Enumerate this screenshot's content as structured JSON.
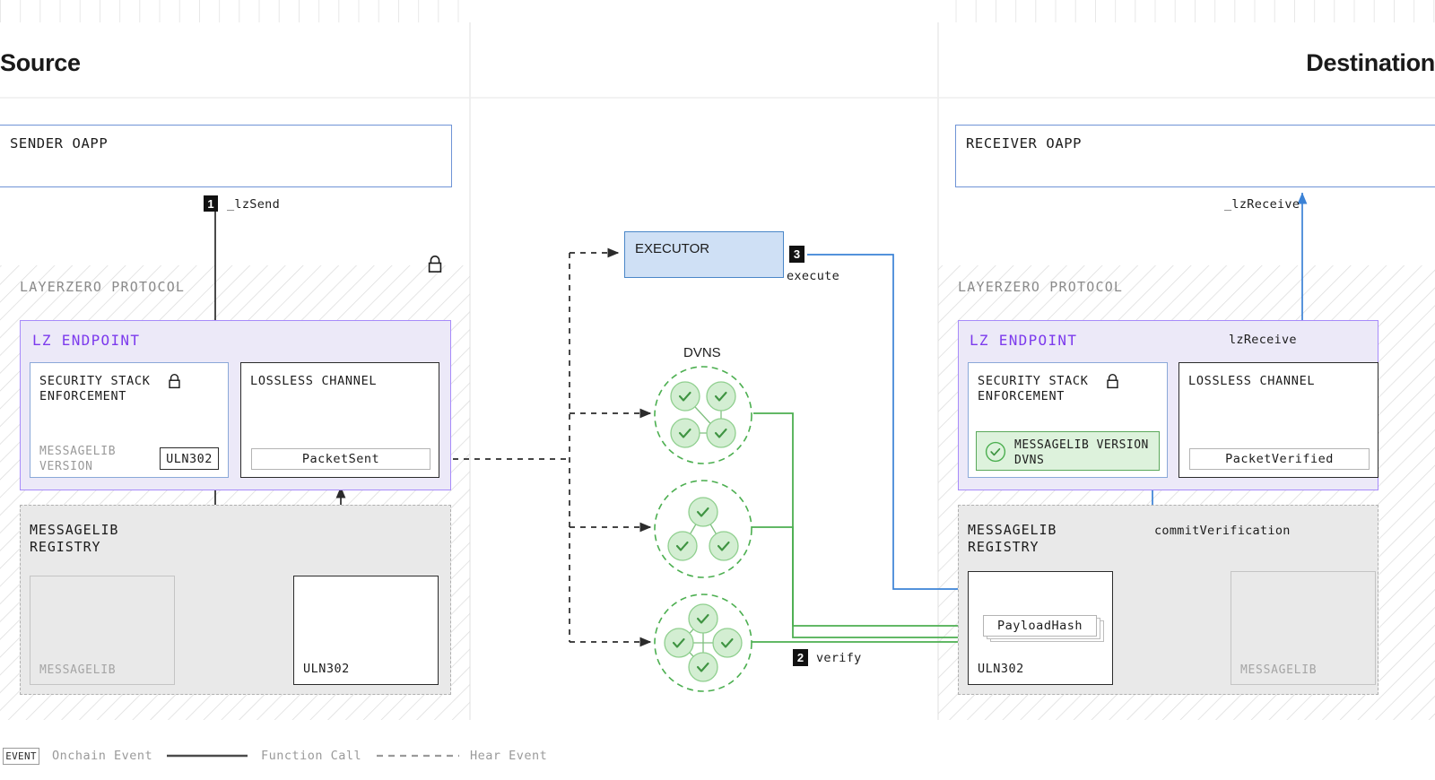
{
  "sections": {
    "source_title": "Source",
    "destination_title": "Destination"
  },
  "source": {
    "oapp_label": "SENDER OAPP",
    "oapp_lock_icon": "lock-icon",
    "protocol_label": "LAYERZERO PROTOCOL",
    "endpoint_label": "LZ ENDPOINT",
    "security_stack": {
      "title_line1": "SECURITY STACK",
      "title_line2": "ENFORCEMENT",
      "lock_icon": "lock-icon",
      "muted_line1": "MESSAGELIB",
      "muted_line2": "VERSION",
      "chip": "ULN302"
    },
    "lossless_channel": {
      "title": "LOSSLESS CHANNEL",
      "event": "PacketSent"
    },
    "registry": {
      "title_line1": "MESSAGELIB",
      "title_line2": "REGISTRY",
      "slot_label": "MESSAGELIB",
      "card_label": "ULN302"
    }
  },
  "destination": {
    "oapp_label": "RECEIVER OAPP",
    "oapp_lock_icon": "lock-icon",
    "protocol_label": "LAYERZERO PROTOCOL",
    "endpoint_label": "LZ ENDPOINT",
    "lz_receive_label": "lzReceive",
    "security_stack": {
      "title_line1": "SECURITY STACK",
      "title_line2": "ENFORCEMENT",
      "lock_icon": "lock-icon",
      "green_line1": "MESSAGELIB VERSION",
      "green_line2": "DVNS",
      "check_icon": "check-circle-icon"
    },
    "lossless_channel": {
      "title": "LOSSLESS CHANNEL",
      "event": "PacketVerified"
    },
    "registry": {
      "title_line1": "MESSAGELIB",
      "title_line2": "REGISTRY",
      "commit_label": "commitVerification",
      "payload_chip": "PayloadHash",
      "card_label": "ULN302",
      "slot_label": "MESSAGELIB"
    }
  },
  "middle": {
    "executor_label": "EXECUTOR",
    "dvns_label": "DVNS"
  },
  "steps": [
    {
      "number": "1",
      "label": "_lzSend"
    },
    {
      "number": "2",
      "label": "verify"
    },
    {
      "number": "3",
      "label": "execute"
    }
  ],
  "flow_labels": {
    "lz_receive_app": "_lzReceive"
  },
  "legend": {
    "event_chip": "EVENT",
    "event_text": "Onchain Event",
    "function_call_text": "Function Call",
    "hear_event_text": "Hear Event"
  },
  "colors": {
    "accent_purple": "#7c3aed",
    "endpoint_fill": "#ece9f8",
    "executor_fill": "#cfe0f5",
    "executor_border": "#4a86c8",
    "blue_flow": "#3b82d6",
    "green_flow": "#4caf50",
    "green_fill": "#ddf2dc",
    "registry_fill": "#e9e9e9",
    "badge_bg": "#111111"
  },
  "chart_data": {
    "type": "diagram",
    "title": "LayerZero cross-chain messaging protocol flow",
    "nodes": [
      "SENDER OAPP",
      "LZ ENDPOINT (source)",
      "SECURITY STACK ENFORCEMENT",
      "LOSSLESS CHANNEL / PacketSent",
      "MESSAGELIB REGISTRY (source)",
      "ULN302 (source)",
      "EXECUTOR",
      "DVNS",
      "MESSAGELIB REGISTRY (destination)",
      "ULN302 (destination)",
      "PayloadHash",
      "LZ ENDPOINT (destination)",
      "LOSSLESS CHANNEL / PacketVerified",
      "RECEIVER OAPP"
    ],
    "edges": [
      {
        "from": "SENDER OAPP",
        "to": "LZ ENDPOINT (source)",
        "label": "_lzSend",
        "step": 1,
        "kind": "function-call"
      },
      {
        "from": "ULN302 (source)",
        "to": "LOSSLESS CHANNEL / PacketSent",
        "label": "",
        "kind": "function-call"
      },
      {
        "from": "LOSSLESS CHANNEL / PacketSent",
        "to": "EXECUTOR",
        "label": "",
        "kind": "hear-event"
      },
      {
        "from": "LOSSLESS CHANNEL / PacketSent",
        "to": "DVNS",
        "label": "",
        "kind": "hear-event"
      },
      {
        "from": "DVNS",
        "to": "PayloadHash",
        "label": "verify",
        "step": 2,
        "kind": "function-call"
      },
      {
        "from": "EXECUTOR",
        "to": "ULN302 (destination)",
        "label": "execute",
        "step": 3,
        "kind": "function-call"
      },
      {
        "from": "ULN302 (destination)",
        "to": "LZ ENDPOINT (destination)",
        "label": "commitVerification",
        "kind": "function-call"
      },
      {
        "from": "LZ ENDPOINT (destination)",
        "to": "RECEIVER OAPP",
        "label": "_lzReceive",
        "kind": "function-call"
      }
    ]
  }
}
